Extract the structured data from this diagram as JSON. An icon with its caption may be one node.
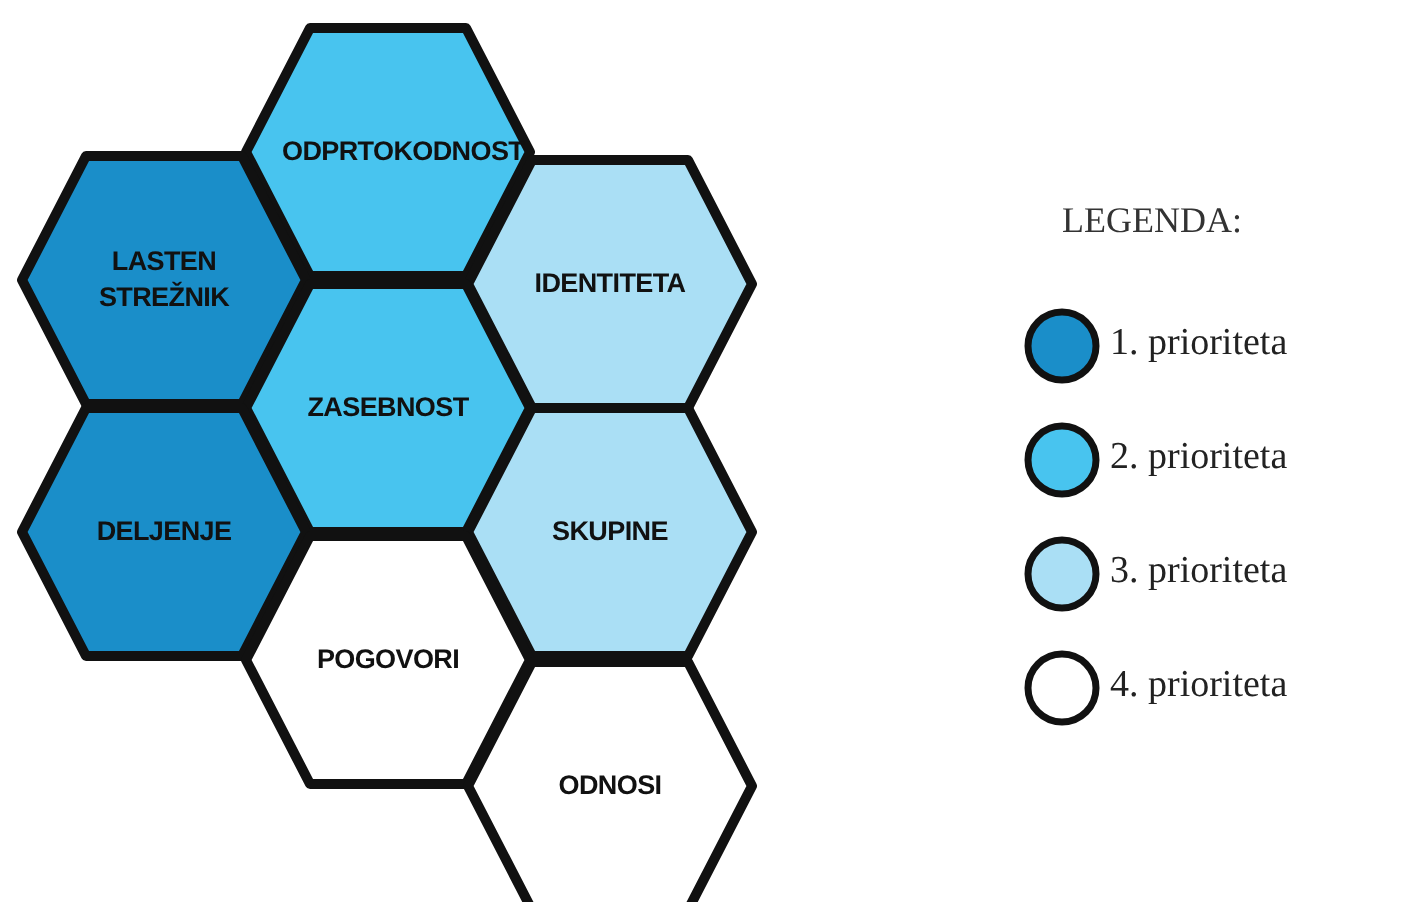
{
  "diagram": {
    "nodes": [
      {
        "text": [
          "ODPRTOKODNOST"
        ]
      },
      {
        "text": [
          "LASTEN STREŽNIK"
        ]
      },
      {
        "text": [
          "IDENTITETA"
        ]
      },
      {
        "text": [
          "ZASEBNOST"
        ]
      },
      {
        "text": [
          "DELJENJE"
        ]
      },
      {
        "text": [
          "SKUPINE"
        ]
      },
      {
        "text": [
          "POGOVORI"
        ]
      },
      {
        "text": [
          "ODNOSI"
        ]
      }
    ],
    "labels": [
      "LEGENDA:"
    ],
    "legend": [
      {
        "text": "1. prioriteta",
        "color": "#1a8ec9"
      },
      {
        "text": "2. prioriteta",
        "color": "#48c4ef"
      },
      {
        "text": "3. prioriteta",
        "color": "#aadff5"
      },
      {
        "text": "4. prioriteta",
        "color": "#ffffff"
      }
    ]
  }
}
